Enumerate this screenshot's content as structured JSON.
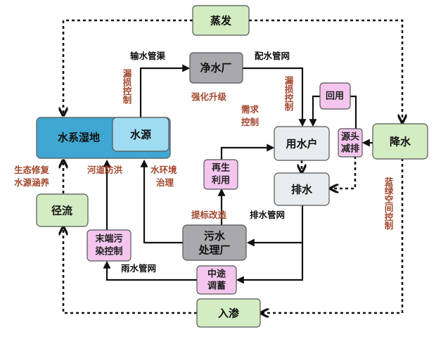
{
  "nodes": {
    "evaporation": "蒸发",
    "purification_plant": "净水厂",
    "wetland": "水系湿地",
    "water_source": "水源",
    "water_user": "用水户",
    "drainage": "排水",
    "precipitation": "降水",
    "runoff": "径流",
    "sewage_plant_1": "污水",
    "sewage_plant_2": "处理厂",
    "terminal_control_1": "末端污",
    "terminal_control_2": "染控制",
    "midway_storage_1": "中途",
    "midway_storage_2": "调蓄",
    "infiltration": "入渗",
    "reclaimed_1": "再生",
    "reclaimed_2": "利用",
    "reuse": "回用",
    "source_reduction_1": "源头",
    "source_reduction_2": "减排"
  },
  "labels": {
    "transmission": "输水管渠",
    "distribution": "配水管网",
    "upgrade": "强化升级",
    "drain_network": "排水管网",
    "rain_network": "雨水管网",
    "upgrade_renovation": "提标改造",
    "leak_control_left": "漏损控制",
    "leak_control_right": "漏损控制",
    "demand_1": "需求",
    "demand_2": "控制",
    "eco_restore": "生态修复",
    "source_conservation": "水源涵养",
    "flood_control": "河道防洪",
    "env_1": "水环境",
    "env_2": "治理",
    "blue_green": "蓝绿空间控制"
  },
  "colors": {
    "green": "#d3ecc2",
    "gray": "#a9a9ad",
    "light_gray": "#e9ecef",
    "blue": "#3fa7d1",
    "light_blue": "#9fdcf2",
    "pink": "#f4c6ee",
    "control_text": "#a3482e"
  }
}
